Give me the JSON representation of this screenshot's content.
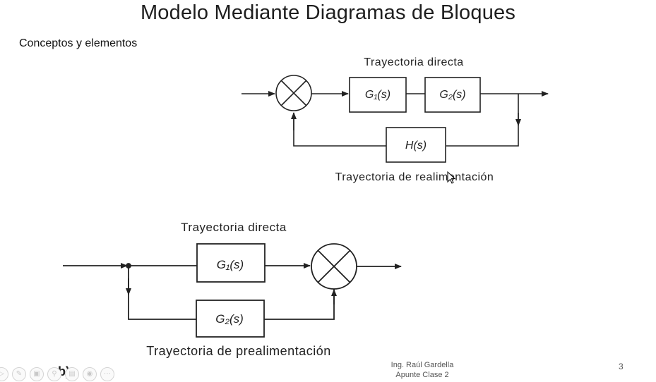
{
  "slide": {
    "title": "Modelo Mediante Diagramas de Bloques",
    "subtitle": "Conceptos y elementos",
    "footer_author": "Ing. Raúl Gardella",
    "footer_course": "Apunte Clase 2",
    "page_number": "3"
  },
  "diagram_a": {
    "top_label": "Trayectoria directa",
    "block_g1": "G₁(s)",
    "block_g2": "G₂(s)",
    "block_h": "H(s)",
    "bottom_label": "Trayectoria de realimentación"
  },
  "diagram_b": {
    "top_label": "Trayectoria directa",
    "block_g1": "G₁(s)",
    "block_g2": "G₂(s)",
    "bottom_label": "Trayectoria de prealimentación",
    "part_label": "b)"
  },
  "toolbar": {
    "icons": [
      "play-icon",
      "pen-icon",
      "pages-icon",
      "search-icon",
      "subtitles-icon",
      "camera-icon",
      "more-icon"
    ]
  }
}
